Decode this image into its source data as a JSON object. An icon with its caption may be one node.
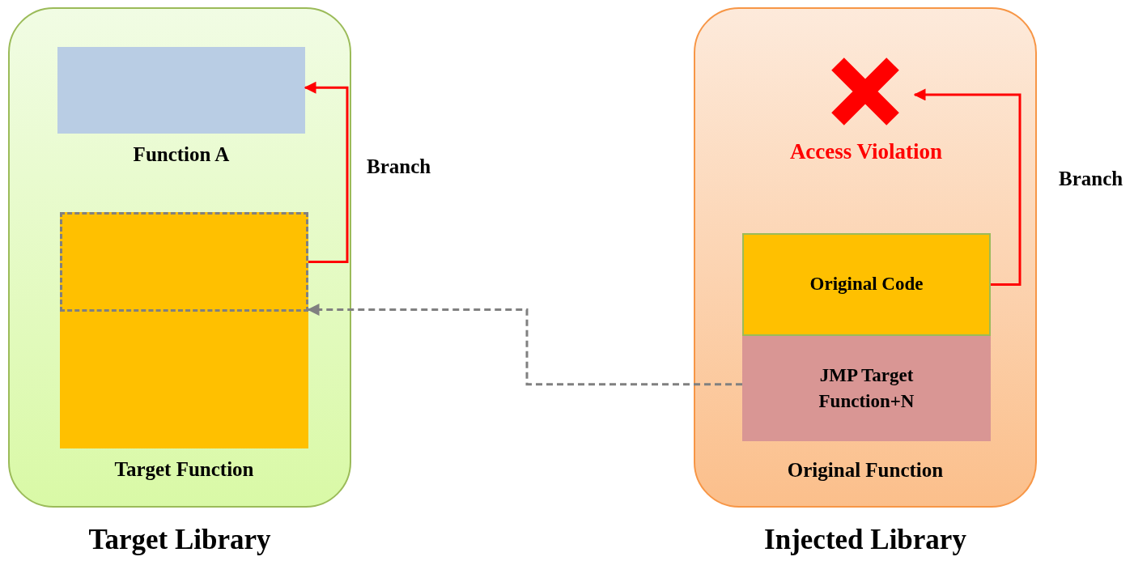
{
  "diagram": {
    "nodes": [
      {
        "text": [
          "Target Library"
        ]
      },
      {
        "text": [
          "Function A"
        ],
        "in": 0
      },
      {
        "text": [
          "Target Function"
        ],
        "in": 0
      },
      {
        "text": [],
        "shape": "box",
        "in": 2
      },
      {
        "text": [
          "Original Function",
          "Injected Library"
        ]
      },
      {
        "text": [],
        "shape": "cross",
        "beside": [
          "Access Violation"
        ],
        "in": 4
      },
      {
        "text": [
          "Original Code"
        ],
        "in": 4
      },
      {
        "text": [
          "JMP Target Function+N"
        ],
        "in": 4
      }
    ],
    "edges": [
      {
        "from": 3,
        "to": 1,
        "arrow": "to",
        "label": "Branch",
        "color": "#ff0000"
      },
      {
        "from": 7,
        "to": 3,
        "arrow": "to",
        "style": "dashed",
        "color": "#808080"
      },
      {
        "from": 6,
        "to": 5,
        "arrow": "to",
        "label": "Branch",
        "color": "#ff0000"
      }
    ]
  }
}
